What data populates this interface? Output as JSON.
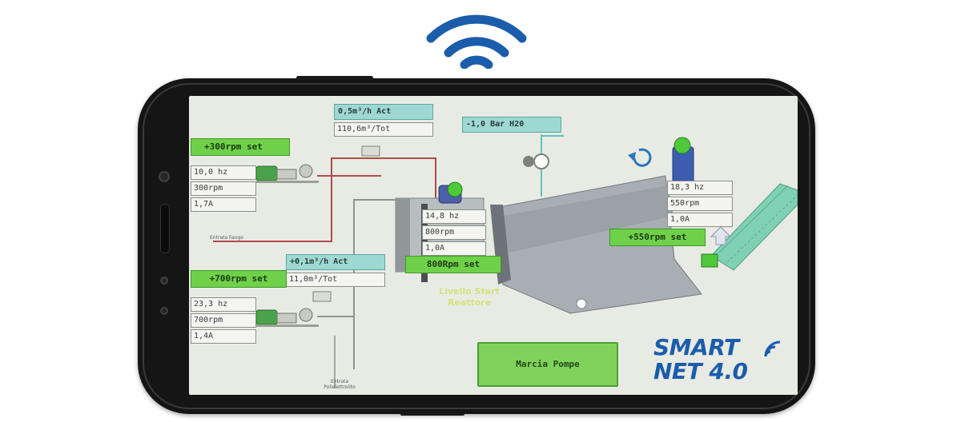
{
  "colors": {
    "accent_blue": "#1b5dab",
    "screen_bg": "#e8ebe4",
    "set_green": "#6fd14a",
    "act_teal": "#9ed8d3",
    "pipe_red": "#b04a4a",
    "pipe_gray": "#8e9488",
    "pipe_teal": "#63c2b8"
  },
  "icons": {
    "wifi": "wifi-icon",
    "rotation": "rotation-arrow-icon",
    "logo_signal": "signal-waves-icon"
  },
  "hmi": {
    "pump1": {
      "set": "+300rpm set",
      "hz": "10,0 hz",
      "rpm": "300rpm",
      "amp": "1,7A",
      "inlet_label": "Entrata Fango"
    },
    "flow1": {
      "act": "0,5m³/h Act",
      "tot": "110,6m³/Tot"
    },
    "pressure": {
      "act": "-1,0 Bar H20"
    },
    "reactor": {
      "hz": "14,8 hz",
      "rpm": "800rpm",
      "amp": "1,0A",
      "set": "800Rpm set",
      "level": "Livello Start Reattore"
    },
    "screw": {
      "hz": "18,3 hz",
      "rpm": "550rpm",
      "amp": "1,0A",
      "set": "+550rpm set"
    },
    "flow2": {
      "act": "+0,1m³/h Act",
      "tot": "11,0m³/Tot"
    },
    "pump2": {
      "set": "+700rpm set",
      "hz": "23,3 hz",
      "rpm": "700rpm",
      "amp": "1,4A",
      "inlet_label": "Entrata Polielettrolito"
    },
    "button_label": "Marcia Pompe"
  },
  "logo": {
    "line1": "SMART",
    "line2": "NET 4.0"
  }
}
